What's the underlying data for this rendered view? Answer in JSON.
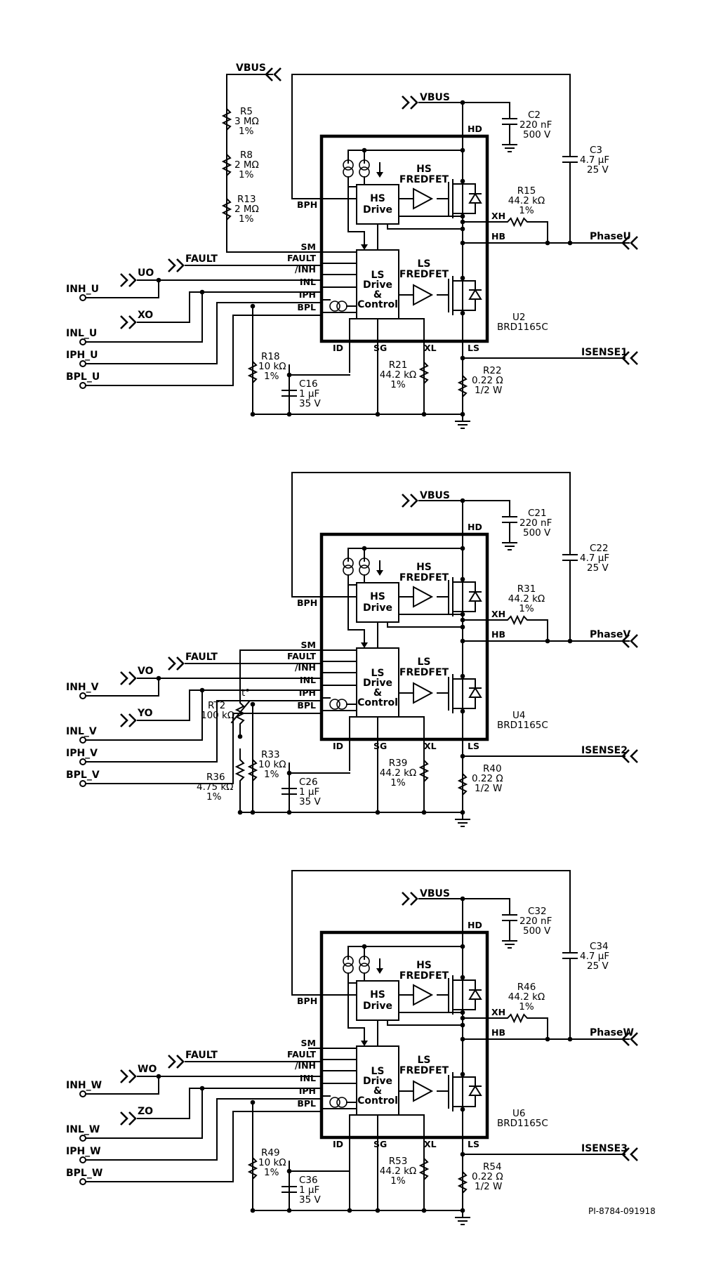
{
  "page_ref": "PI-8784-091918",
  "vbus_top": "VBUS",
  "common": {
    "vbus": "VBUS",
    "fault": "FAULT",
    "hd": "HD",
    "bph": "BPH",
    "xh": "XH",
    "hb": "HB",
    "sm": "SM",
    "fault_pin": "FAULT",
    "inh_pin": "/INH",
    "inl_pin": "INL",
    "iph_pin": "IPH",
    "bpl_pin": "BPL",
    "id": "ID",
    "sg": "SG",
    "xl": "XL",
    "ls": "LS",
    "hs_drive_1": "HS",
    "hs_drive_2": "Drive",
    "ls_drive_1": "LS",
    "ls_drive_2": "Drive",
    "ls_drive_3": "&",
    "ls_drive_4": "Control",
    "hs_fet_1": "HS",
    "hs_fet_2": "FREDFET",
    "ls_fet_1": "LS",
    "ls_fet_2": "FREDFET",
    "part": "BRD1165C"
  },
  "stages": [
    {
      "inh": "INH_U",
      "inl": "INL_U",
      "iph": "IPH_U",
      "bpl": "BPL_U",
      "o_sig": "UO",
      "x_sig": "XO",
      "phase": "PhaseU",
      "isense": "ISENSE1",
      "u_ref": "U2",
      "c_top": [
        "C2",
        "220 nF",
        "500 V"
      ],
      "c_bs": [
        "C3",
        "4.7 µF",
        "25 V"
      ],
      "r_xh": [
        "R15",
        "44.2 kΩ",
        "1%"
      ],
      "r_bpl": [
        "R18",
        "10 kΩ",
        "1%"
      ],
      "c_bpl": [
        "C16",
        "1 µF",
        "35 V"
      ],
      "r_xl": [
        "R21",
        "44.2 kΩ",
        "1%"
      ],
      "r_sense": [
        "R22",
        "0.22 Ω",
        "1/2 W"
      ]
    },
    {
      "inh": "INH_V",
      "inl": "INL_V",
      "iph": "IPH_V",
      "bpl": "BPL_V",
      "o_sig": "VO",
      "x_sig": "YO",
      "phase": "PhaseV",
      "isense": "ISENSE2",
      "u_ref": "U4",
      "c_top": [
        "C21",
        "220 nF",
        "500 V"
      ],
      "c_bs": [
        "C22",
        "4.7 µF",
        "25 V"
      ],
      "r_xh": [
        "R31",
        "44.2 kΩ",
        "1%"
      ],
      "r_bpl": [
        "R33",
        "10 kΩ",
        "1%"
      ],
      "c_bpl": [
        "C26",
        "1 µF",
        "35 V"
      ],
      "r_xl": [
        "R39",
        "44.2 kΩ",
        "1%"
      ],
      "r_sense": [
        "R40",
        "0.22 Ω",
        "1/2 W"
      ],
      "rt": [
        "RT2",
        "100 kΩ",
        "t°"
      ],
      "r_sm": [
        "R36",
        "4.75 kΩ",
        "1%"
      ]
    },
    {
      "inh": "INH_W",
      "inl": "INL_W",
      "iph": "IPH_W",
      "bpl": "BPL_W",
      "o_sig": "WO",
      "x_sig": "ZO",
      "phase": "PhaseW",
      "isense": "ISENSE3",
      "u_ref": "U6",
      "c_top": [
        "C32",
        "220 nF",
        "500 V"
      ],
      "c_bs": [
        "C34",
        "4.7 µF",
        "25 V"
      ],
      "r_xh": [
        "R46",
        "44.2 kΩ",
        "1%"
      ],
      "r_bpl": [
        "R49",
        "10 kΩ",
        "1%"
      ],
      "c_bpl": [
        "C36",
        "1 µF",
        "35 V"
      ],
      "r_xl": [
        "R53",
        "44.2 kΩ",
        "1%"
      ],
      "r_sense": [
        "R54",
        "0.22 Ω",
        "1/2 W"
      ]
    }
  ],
  "divider": {
    "r5": [
      "R5",
      "3 MΩ",
      "1%"
    ],
    "r8": [
      "R8",
      "2 MΩ",
      "1%"
    ],
    "r13": [
      "R13",
      "2 MΩ",
      "1%"
    ]
  }
}
